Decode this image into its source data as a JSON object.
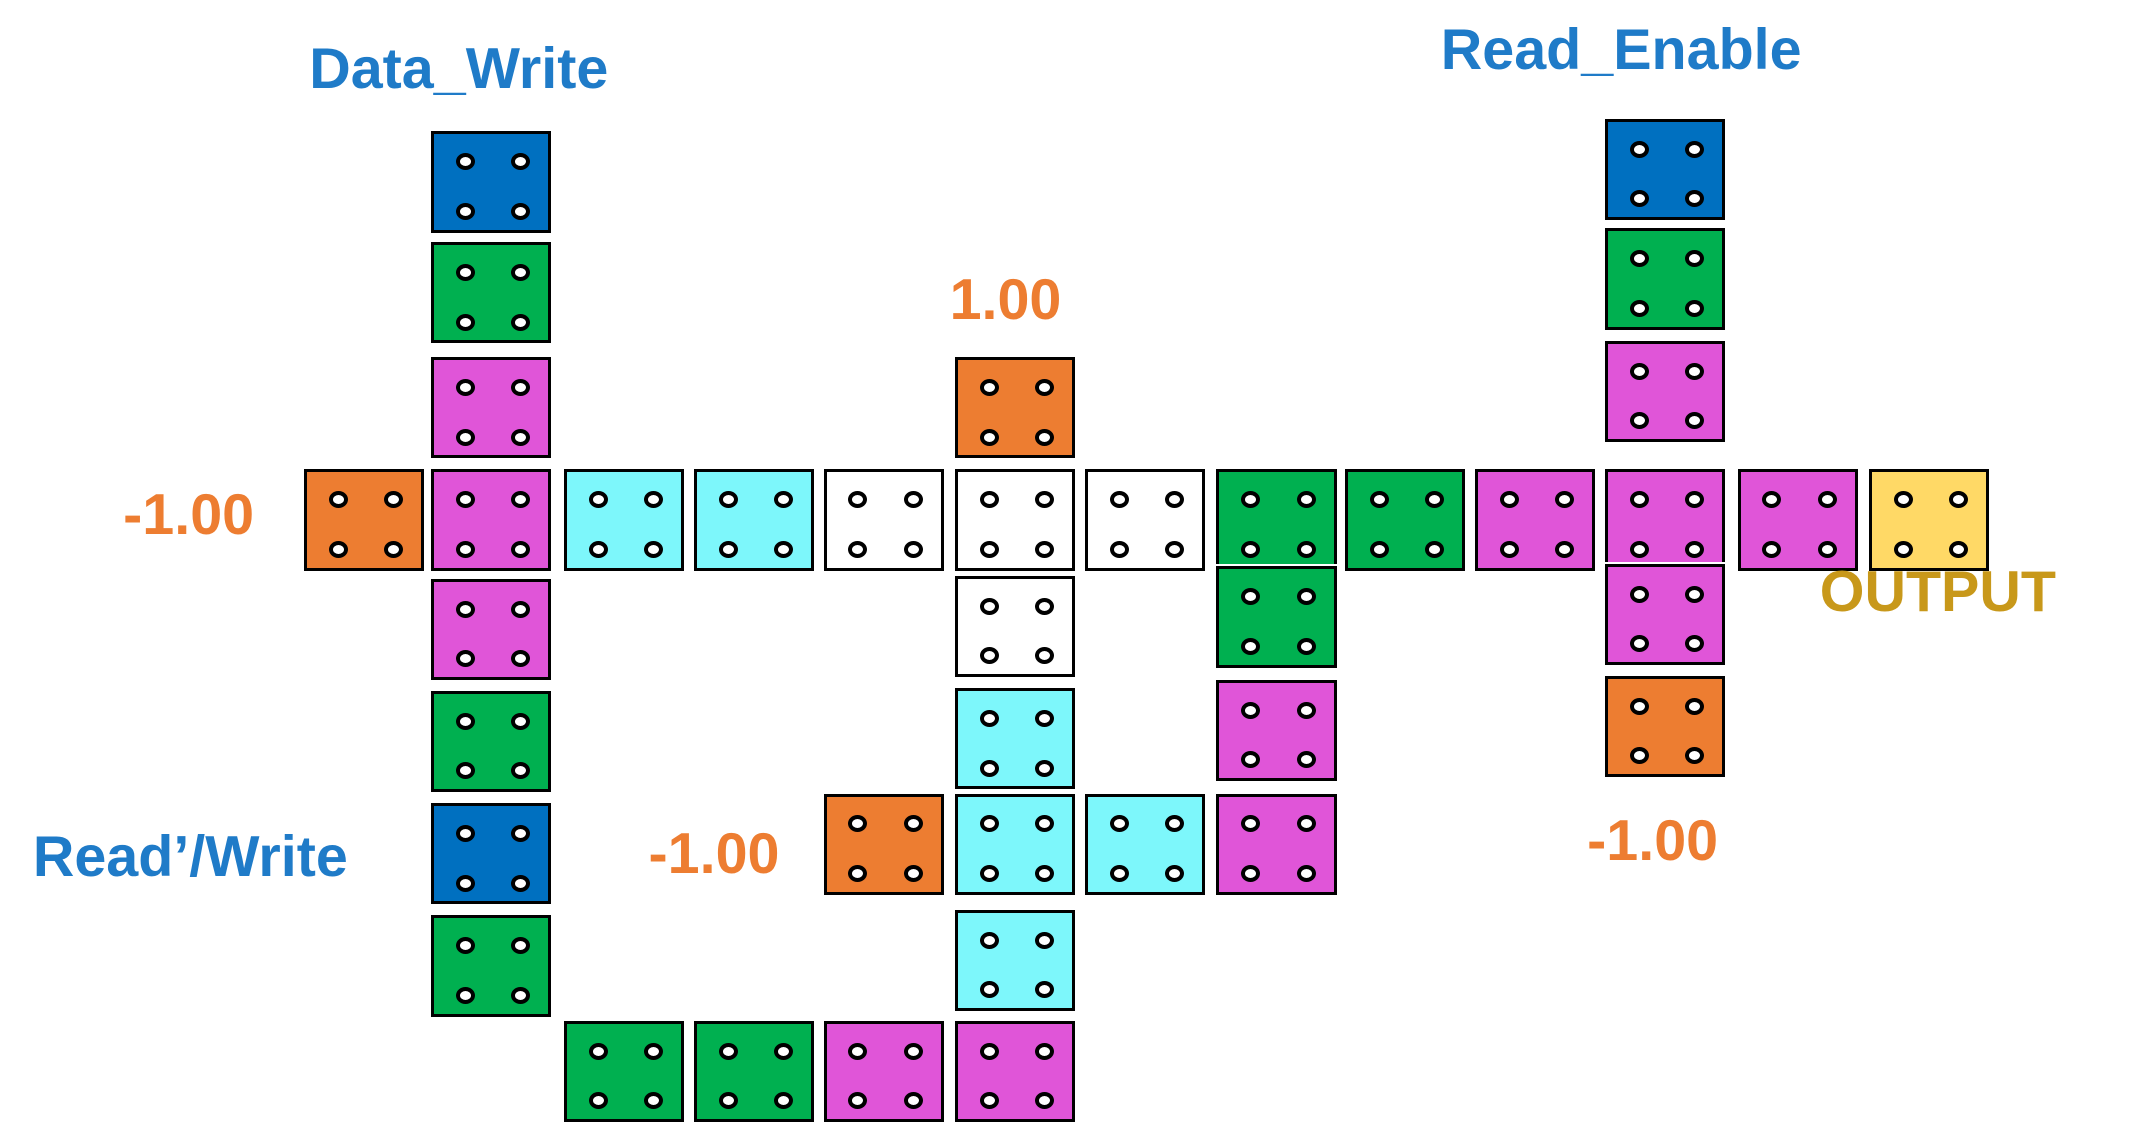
{
  "colors": {
    "blue": "#0070c0",
    "green": "#00b050",
    "magenta": "#e055d8",
    "cyan": "#7df7fb",
    "white": "#ffffff",
    "orange": "#ed7d31",
    "yellow": "#ffd966",
    "label_blue": "#1f7bc8",
    "label_orange": "#ed7d31",
    "label_gold": "#c8981a"
  },
  "labels": {
    "data_write": "Data_Write",
    "read_enable": "Read_Enable",
    "read_write": "Read’/Write",
    "output": "OUTPUT",
    "value_top": "1.00",
    "value_left": "-1.00",
    "value_mid": "-1.00",
    "value_right": "-1.00"
  },
  "cells": [
    {
      "id": "dw-input",
      "column": "A",
      "row": 1,
      "color": "blue"
    },
    {
      "id": "a2",
      "column": "A",
      "row": 2,
      "color": "green"
    },
    {
      "id": "a3",
      "column": "A",
      "row": 3,
      "color": "magenta"
    },
    {
      "id": "a4",
      "column": "A",
      "row": 4,
      "color": "magenta"
    },
    {
      "id": "a5",
      "column": "A",
      "row": 5,
      "color": "magenta"
    },
    {
      "id": "a6",
      "column": "A",
      "row": 6,
      "color": "green"
    },
    {
      "id": "rw-input",
      "column": "A",
      "row": 7,
      "color": "blue"
    },
    {
      "id": "a8",
      "column": "A",
      "row": 8,
      "color": "green"
    },
    {
      "id": "fixed-left",
      "column": "L",
      "row": 4,
      "color": "orange"
    },
    {
      "id": "b4",
      "column": "B",
      "row": 4,
      "color": "cyan"
    },
    {
      "id": "c4",
      "column": "C",
      "row": 4,
      "color": "cyan"
    },
    {
      "id": "d4",
      "column": "D",
      "row": 4,
      "color": "white"
    },
    {
      "id": "fixed-top",
      "column": "E",
      "row": 3,
      "color": "orange"
    },
    {
      "id": "e4",
      "column": "E",
      "row": 4,
      "color": "white"
    },
    {
      "id": "e5",
      "column": "E",
      "row": 5,
      "color": "white"
    },
    {
      "id": "e6",
      "column": "E",
      "row": 6,
      "color": "cyan"
    },
    {
      "id": "e7",
      "column": "E",
      "row": 7,
      "color": "cyan"
    },
    {
      "id": "e8",
      "column": "E",
      "row": 8,
      "color": "cyan"
    },
    {
      "id": "fixed-mid",
      "column": "D",
      "row": 7,
      "color": "orange"
    },
    {
      "id": "f4",
      "column": "F",
      "row": 4,
      "color": "white"
    },
    {
      "id": "f7",
      "column": "F",
      "row": 7,
      "color": "cyan"
    },
    {
      "id": "g4",
      "column": "G",
      "row": 4,
      "color": "green"
    },
    {
      "id": "g5",
      "column": "G",
      "row": 5,
      "color": "green"
    },
    {
      "id": "g6",
      "column": "G",
      "row": 6,
      "color": "magenta"
    },
    {
      "id": "g7",
      "column": "G",
      "row": 7,
      "color": "magenta"
    },
    {
      "id": "h4",
      "column": "H",
      "row": 4,
      "color": "green"
    },
    {
      "id": "i4",
      "column": "I",
      "row": 4,
      "color": "magenta"
    },
    {
      "id": "re-input",
      "column": "J",
      "row": 1,
      "color": "blue"
    },
    {
      "id": "j2",
      "column": "J",
      "row": 2,
      "color": "green"
    },
    {
      "id": "j3",
      "column": "J",
      "row": 3,
      "color": "magenta"
    },
    {
      "id": "j4",
      "column": "J",
      "row": 4,
      "color": "magenta"
    },
    {
      "id": "j5",
      "column": "J",
      "row": 5,
      "color": "magenta"
    },
    {
      "id": "fixed-right",
      "column": "J",
      "row": 6,
      "color": "orange"
    },
    {
      "id": "k4",
      "column": "K",
      "row": 4,
      "color": "magenta"
    },
    {
      "id": "output-cell",
      "column": "M",
      "row": 4,
      "color": "yellow"
    },
    {
      "id": "b9",
      "column": "B",
      "row": 9,
      "color": "green"
    },
    {
      "id": "c9",
      "column": "C",
      "row": 9,
      "color": "green"
    },
    {
      "id": "d9",
      "column": "D",
      "row": 9,
      "color": "magenta"
    },
    {
      "id": "e9",
      "column": "E",
      "row": 9,
      "color": "magenta"
    }
  ]
}
